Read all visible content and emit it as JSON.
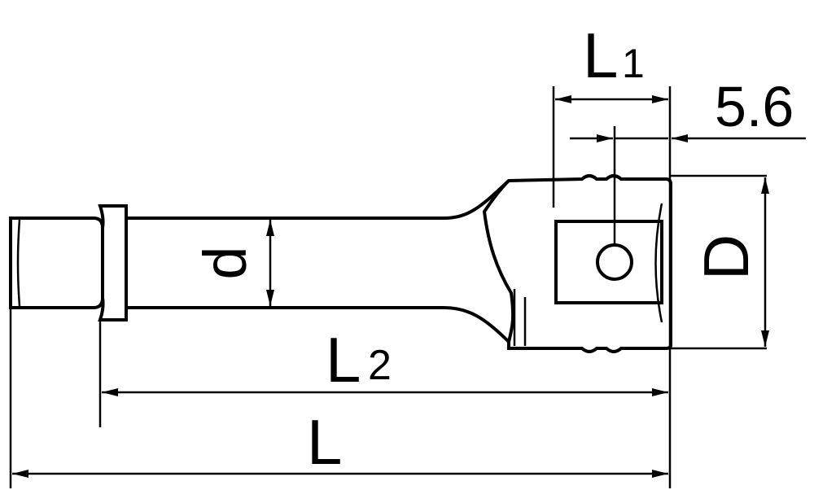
{
  "labels": {
    "L1_main": "L",
    "L1_sub": "1",
    "offset": "5.6",
    "d": "d",
    "D": "D",
    "L2_main": "L",
    "L2_sub": "2",
    "L": "L"
  },
  "colors": {
    "line": "#000000",
    "socket_fill": "#e0e0e0",
    "background": "#ffffff"
  }
}
